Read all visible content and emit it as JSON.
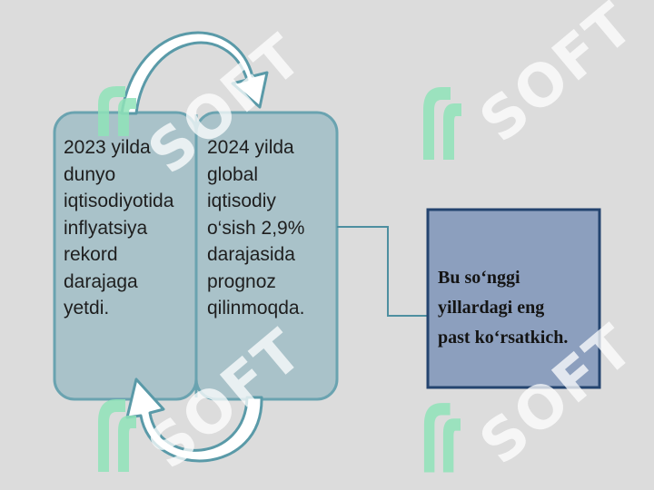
{
  "colors": {
    "background": "#dcdcdc",
    "panel_fill": "#a9c2c9",
    "panel_stroke": "#6aa3b0",
    "result_fill": "#8c9fbe",
    "result_stroke": "#24446f",
    "arrow_fill": "#ffffff",
    "arrow_stroke": "#5a9aa8",
    "connector": "#4e8fa0",
    "watermark_logo": "#8fe3b9"
  },
  "panels": {
    "left": {
      "text": "2023 yilda\ndunyo\niqtisodiyotida\ninflyatsiya\nrekord\ndarajaga\nyetdi."
    },
    "right": {
      "text": "2024 yilda\nglobal\niqtisodiy\no‘sish 2,9%\ndarajasida\nprognoz\nqilinmoqda."
    }
  },
  "result": {
    "text": "Bu so‘nggi\nyillardagi eng\npast ko‘rsatkich."
  },
  "watermark": {
    "text": "SOFT",
    "logo_icon": "soft-logo-icon"
  }
}
